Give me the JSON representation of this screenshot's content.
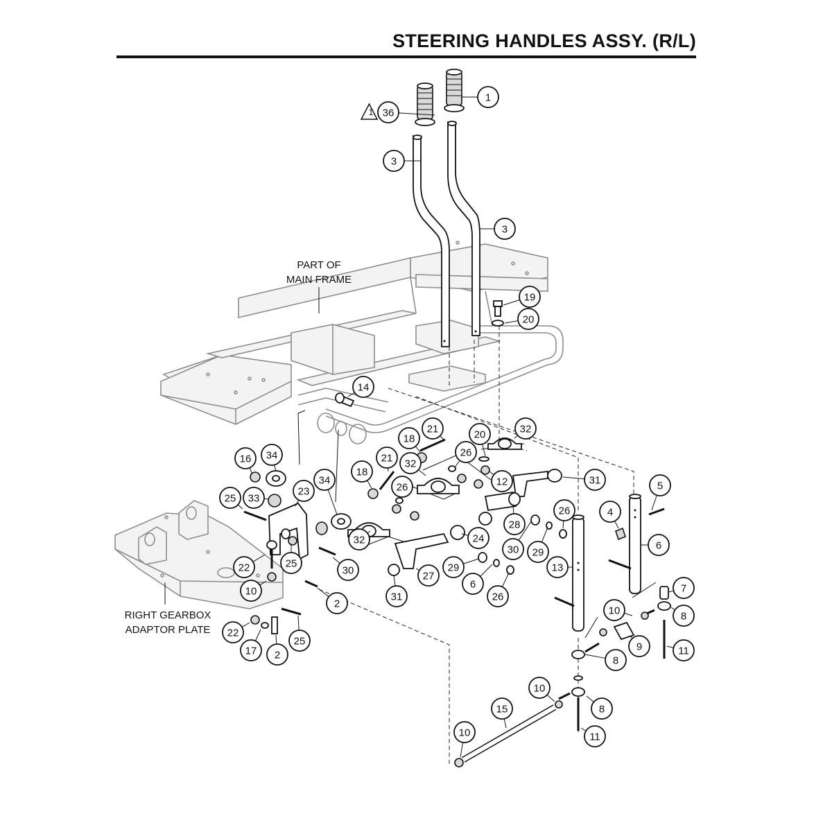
{
  "title": "STEERING HANDLES ASSY. (R/L)",
  "labels": {
    "main_frame_line1": "PART OF",
    "main_frame_line2": "MAIN FRAME",
    "gearbox_line1": "RIGHT GEARBOX",
    "gearbox_line2": "ADAPTOR PLATE",
    "warning_number": "1"
  },
  "callouts": [
    "1",
    "36",
    "3",
    "3",
    "19",
    "20",
    "14",
    "21",
    "18",
    "20",
    "32",
    "16",
    "34",
    "21",
    "26",
    "12",
    "31",
    "18",
    "32",
    "25",
    "33",
    "23",
    "34",
    "26",
    "5",
    "4",
    "26",
    "28",
    "30",
    "29",
    "24",
    "32",
    "6",
    "13",
    "22",
    "25",
    "30",
    "29",
    "27",
    "6",
    "10",
    "31",
    "26",
    "2",
    "7",
    "10",
    "8",
    "9",
    "11",
    "25",
    "22",
    "17",
    "2",
    "8",
    "10",
    "8",
    "15",
    "11",
    "10"
  ]
}
